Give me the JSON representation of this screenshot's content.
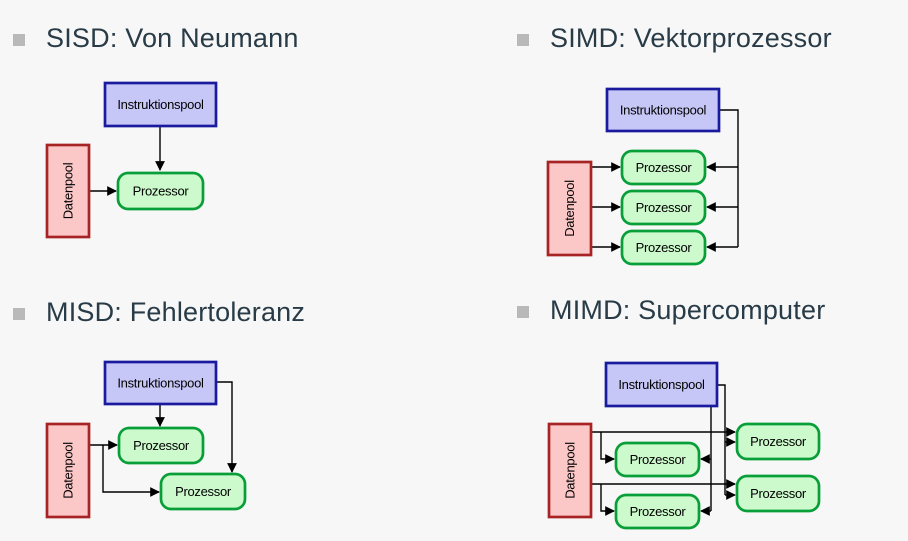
{
  "slide": {
    "quadrants": [
      {
        "id": "sisd",
        "heading": "SISD: Von Neumann",
        "processor_count": 1
      },
      {
        "id": "simd",
        "heading": "SIMD: Vektorprozessor",
        "processor_count": 3
      },
      {
        "id": "misd",
        "heading": "MISD: Fehlertoleranz",
        "processor_count": 2
      },
      {
        "id": "mimd",
        "heading": "MIMD: Supercomputer",
        "processor_count": 4
      }
    ]
  },
  "labels": {
    "instruction_pool": "Instruktionspool",
    "data_pool": "Datenpool",
    "processor": "Prozessor"
  },
  "colors": {
    "background": "#f7f7f7",
    "heading_text": "#283b47",
    "bullet": "#b9b9b9",
    "instruction_fill": "#c7c7f7",
    "instruction_border": "#1a1a9e",
    "processor_fill": "#ccfacc",
    "processor_border": "#089e38",
    "data_fill": "#fbc7c7",
    "data_border": "#a82424",
    "line": "#000000"
  }
}
